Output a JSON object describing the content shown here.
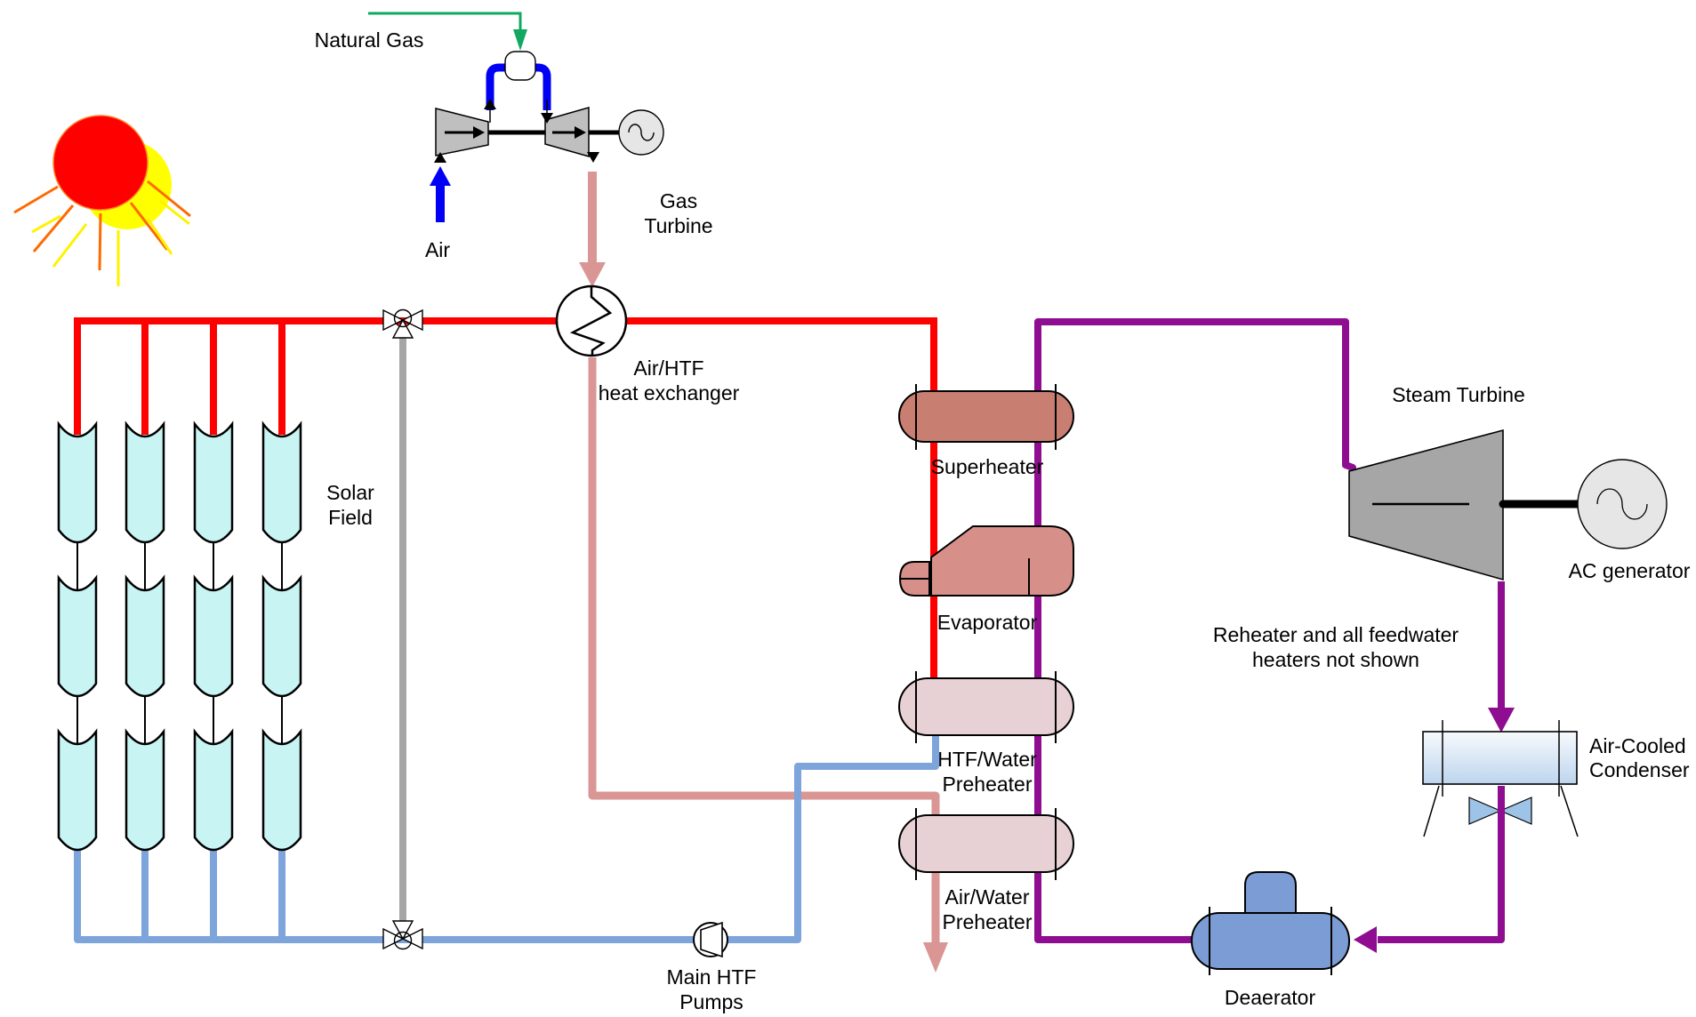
{
  "diagram": {
    "type": "process-flow-diagram",
    "labels": {
      "natural_gas": "Natural Gas",
      "air": "Air",
      "gas_turbine": [
        "Gas",
        "Turbine"
      ],
      "air_htf_hx": [
        "Air/HTF",
        "heat exchanger"
      ],
      "solar_field": [
        "Solar",
        "Field"
      ],
      "superheater": "Superheater",
      "evaporator": "Evaporator",
      "htf_water_preheater": [
        "HTF/Water",
        "Preheater"
      ],
      "air_water_preheater": [
        "Air/Water",
        "Preheater"
      ],
      "steam_turbine": "Steam Turbine",
      "ac_generator": "AC generator",
      "note": [
        "Reheater and all feedwater",
        "heaters not shown"
      ],
      "air_cooled_condenser": [
        "Air-Cooled",
        "Condenser"
      ],
      "deaerator": "Deaerator",
      "main_htf_pumps": [
        "Main HTF",
        "Pumps"
      ]
    },
    "colors": {
      "hot_htf_line": "#FF0000",
      "cold_htf_line": "#7DA4DB",
      "exhaust_air_line": "#D99694",
      "steam_line": "#8E0D90",
      "natural_gas_line": "#12A860",
      "bypass_line": "#A6A6A6",
      "fuel_air_pipe": "#0000F5",
      "collector_fill": "#C8F4F4",
      "superheater_fill": "#C87F72",
      "evaporator_fill": "#D79089",
      "preheater_fill": "#E8D1D5",
      "deaerator_fill": "#7C9CD6",
      "fan_fill": "#9DC3E6",
      "steam_turbine_fill": "#A6A6A6",
      "gas_turbine_fill": "#BFBFBF",
      "generator_fill": "#E6E6E6",
      "sun_red": "#FF0000",
      "sun_yellow": "#FFFF00"
    }
  }
}
